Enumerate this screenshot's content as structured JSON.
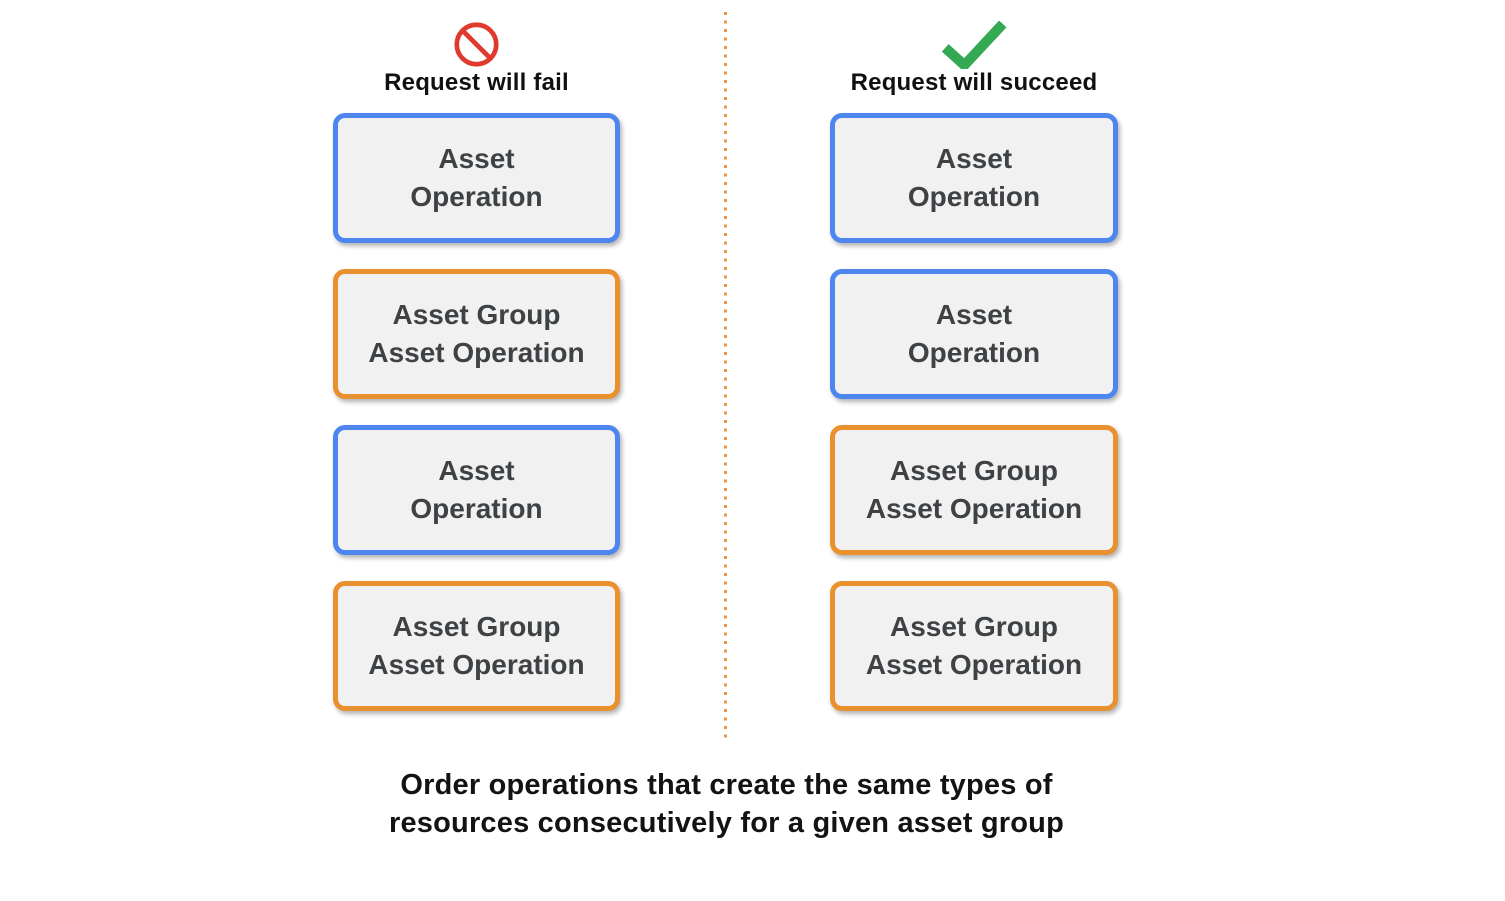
{
  "columns": [
    {
      "header": {
        "icon": "prohibited-icon",
        "label": "Request will fail"
      },
      "boxes": [
        {
          "type": "asset-operation",
          "line1": "Asset",
          "line2": "Operation",
          "border": "blue"
        },
        {
          "type": "asset-group-asset-operation",
          "line1": "Asset Group",
          "line2": "Asset Operation",
          "border": "orange"
        },
        {
          "type": "asset-operation",
          "line1": "Asset",
          "line2": "Operation",
          "border": "blue"
        },
        {
          "type": "asset-group-asset-operation",
          "line1": "Asset Group",
          "line2": "Asset Operation",
          "border": "orange"
        }
      ]
    },
    {
      "header": {
        "icon": "checkmark-icon",
        "label": "Request will succeed"
      },
      "boxes": [
        {
          "type": "asset-operation",
          "line1": "Asset",
          "line2": "Operation",
          "border": "blue"
        },
        {
          "type": "asset-operation",
          "line1": "Asset",
          "line2": "Operation",
          "border": "blue"
        },
        {
          "type": "asset-group-asset-operation",
          "line1": "Asset Group",
          "line2": "Asset Operation",
          "border": "orange"
        },
        {
          "type": "asset-group-asset-operation",
          "line1": "Asset Group",
          "line2": "Asset Operation",
          "border": "orange"
        }
      ]
    }
  ],
  "caption": {
    "lines": [
      "Order operations that create the same types of",
      "resources consecutively for a given asset group"
    ]
  },
  "colors": {
    "page_background": "#FFFFFF",
    "blue_border": "#4C86EE",
    "orange_border": "#E8912E",
    "box_background": "#F1F1F1",
    "box_text": "#3F4245",
    "heading_text": "#111111",
    "caption_text": "#131313",
    "fail_icon_red": "#E0392D",
    "success_check_green": "#34A853",
    "divider_orange": "#E59A45"
  }
}
